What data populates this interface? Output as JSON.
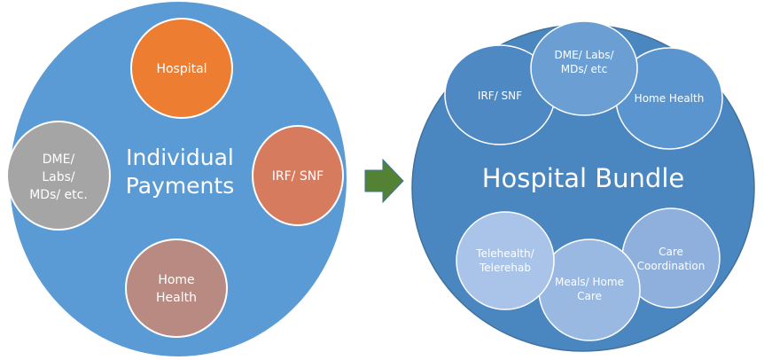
{
  "left": {
    "title": [
      "Individual",
      "Payments"
    ],
    "hospital": [
      "Hospital"
    ],
    "irf_snf": [
      "IRF/ SNF"
    ],
    "home_health": [
      "Home",
      "Health"
    ],
    "dme": [
      "DME/",
      "Labs/",
      "MDs/ etc."
    ]
  },
  "right": {
    "title": [
      "Hospital Bundle"
    ],
    "irf_snf": [
      "IRF/ SNF"
    ],
    "dme": [
      "DME/ Labs/",
      "MDs/ etc"
    ],
    "home_health": [
      "Home Health"
    ],
    "telehealth": [
      "Telehealth/",
      "Telerehab"
    ],
    "meals": [
      "Meals/ Home",
      "Care"
    ],
    "care_coordination": [
      "Care",
      "Coordination"
    ]
  },
  "colors": {
    "big_circle": "#5b9bd5",
    "hospital": "#ed7d31",
    "irf_snf": "#d67b5e",
    "home_health": "#b98a82",
    "dme": "#a5a5a5",
    "bundle_circle": "#4a86c0",
    "arrow": "#548235",
    "outline": "#41719c"
  }
}
